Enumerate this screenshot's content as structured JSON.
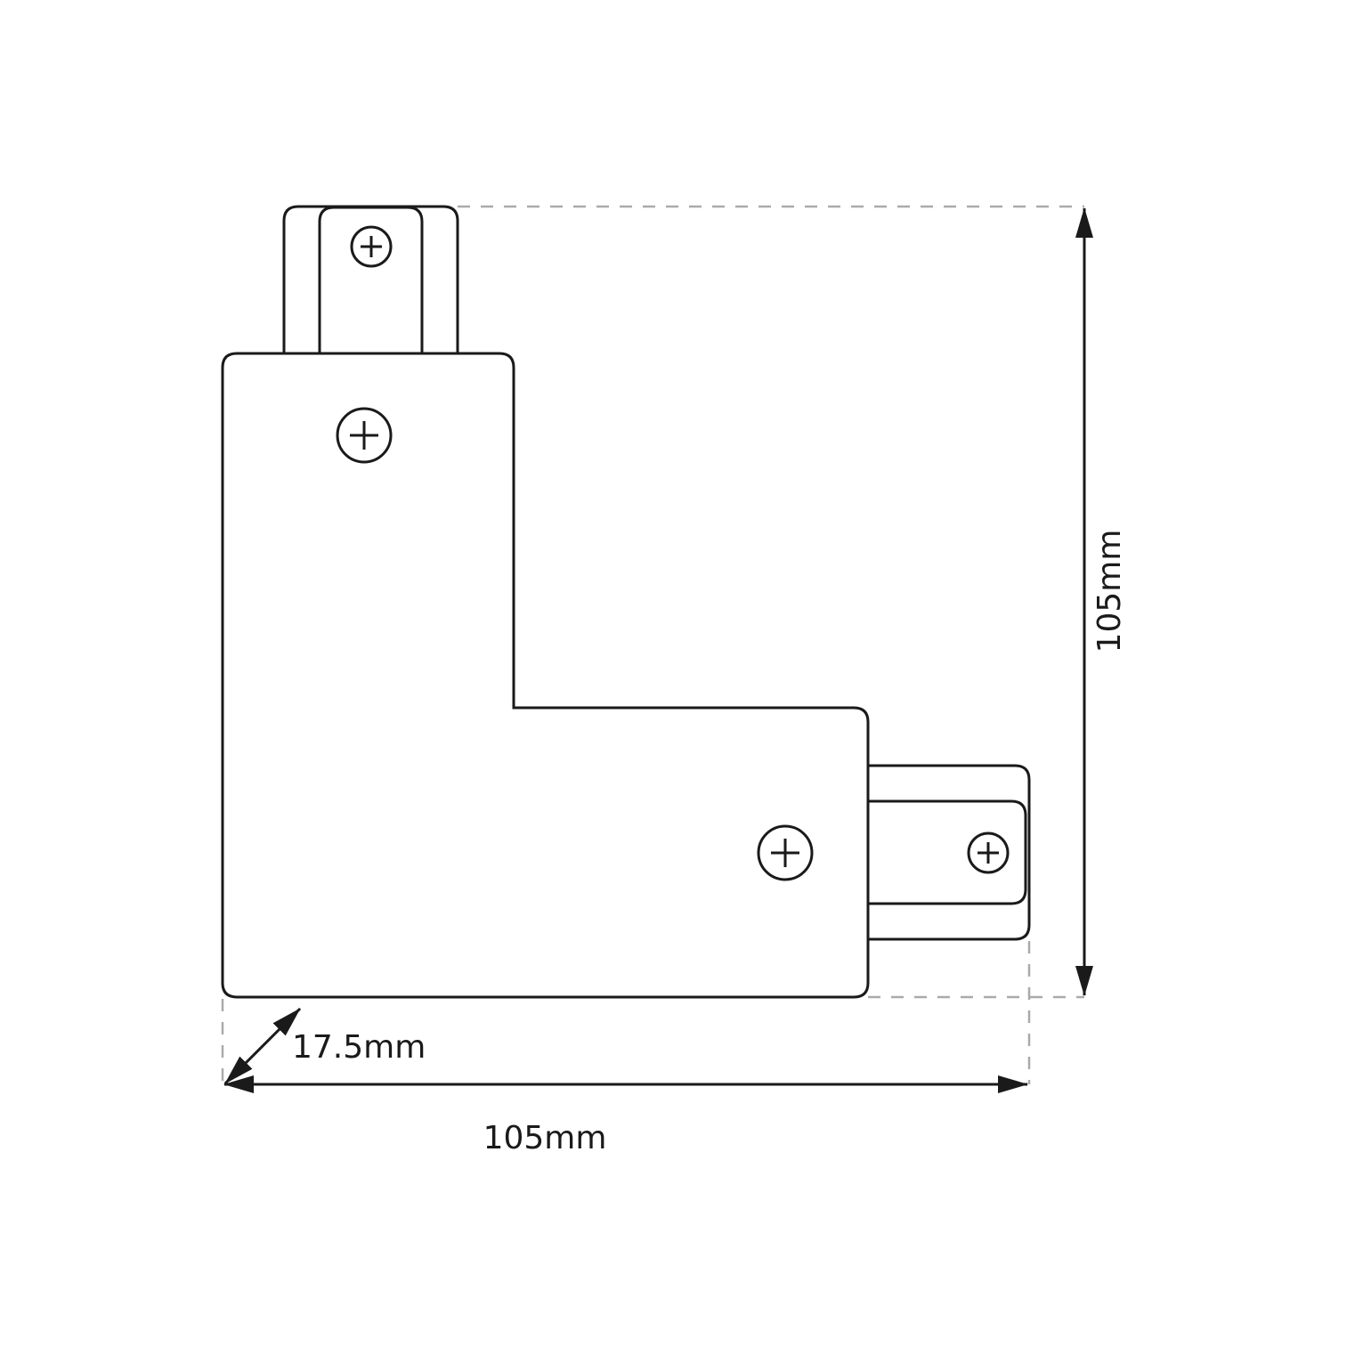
{
  "diagram": {
    "type": "L-connector technical drawing",
    "dimensions": {
      "height_label": "105mm",
      "width_label": "105mm",
      "depth_label": "17.5mm"
    },
    "colors": {
      "line": "#1a1a1a",
      "guide": "#aaaaaa",
      "background": "#ffffff"
    }
  }
}
